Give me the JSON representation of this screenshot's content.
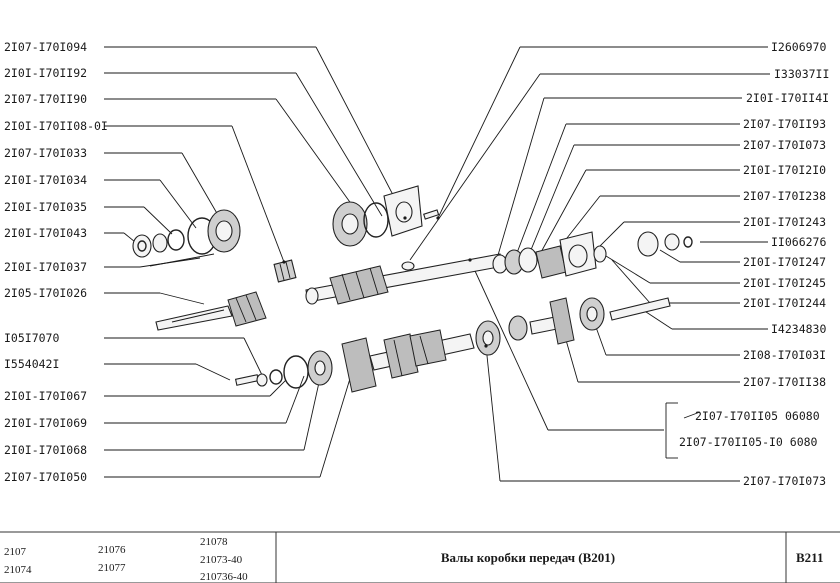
{
  "diagram": {
    "left_labels": [
      "2I07-I70I094",
      "2I0I-I70II92",
      "2I07-I70II90",
      "2I0I-I70II08-0I",
      "2I07-I70I033",
      "2I0I-I70I034",
      "2I0I-I70I035",
      "2I0I-I70I043",
      "2I0I-I70I037",
      "2I05-I70I026",
      "I05I7070",
      "I554042I",
      "2I0I-I70I067",
      "2I0I-I70I069",
      "2I0I-I70I068",
      "2I07-I70I050"
    ],
    "right_labels": [
      "I2606970",
      "I33037II",
      "2I0I-I70II4I",
      "2I07-I70II93",
      "2I07-I70I073",
      "2I0I-I70I2I0",
      "2I07-I70I238",
      "2I0I-I70I243",
      "II066276",
      "2I0I-I70I247",
      "2I0I-I70I245",
      "2I0I-I70I244",
      "I4234830",
      "2I08-I70I03I",
      "2I07-I70II38"
    ],
    "bracket_labels": [
      "2I07-I70II05 06080",
      "2I07-I70II05-I0 6080"
    ],
    "bottom_right_label": "2I07-I70I073"
  },
  "title_block": {
    "models_col1": [
      "2107",
      "21074"
    ],
    "models_col2": [
      "21076",
      "21077"
    ],
    "models_col3": [
      "21078",
      "21073-40",
      "210736-40"
    ],
    "title": "Валы коробки передач (В201)",
    "sheet_code": "В211"
  }
}
